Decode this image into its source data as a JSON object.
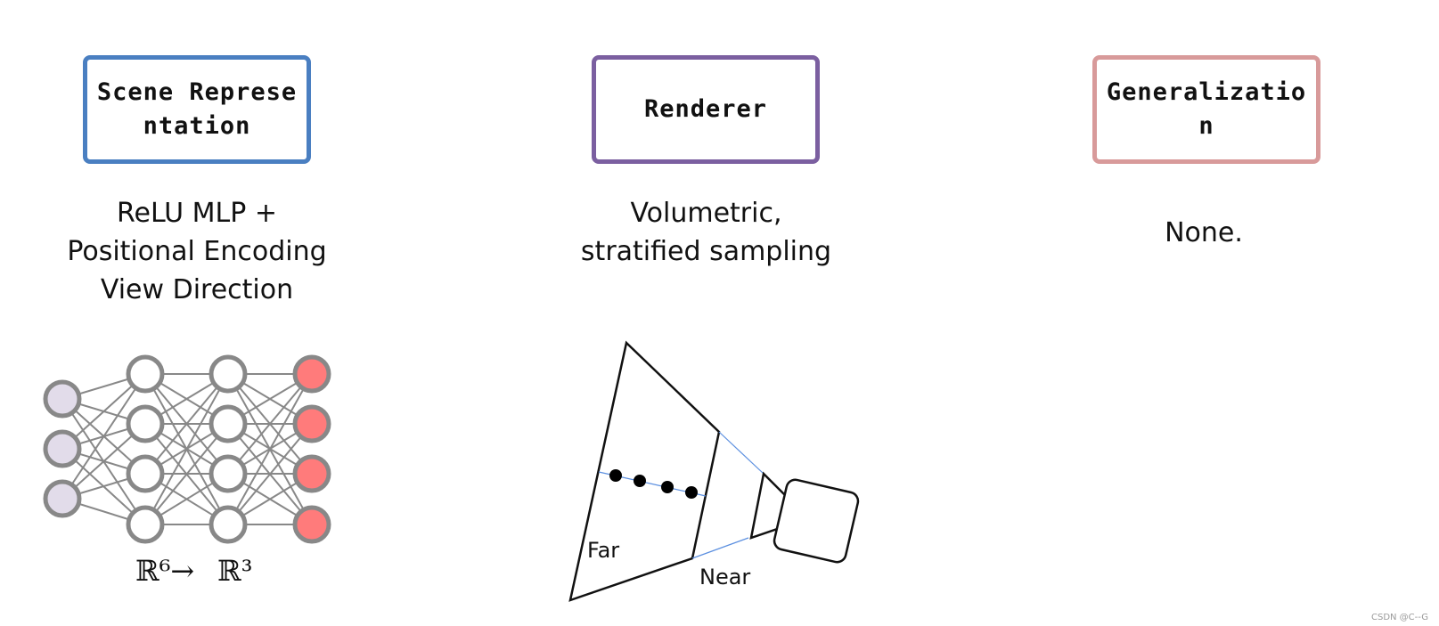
{
  "colors": {
    "scene_border": "#4a7fc1",
    "renderer_border": "#7b5fa0",
    "generalization_border": "#d89a9a",
    "input_node_fill": "#e2dcea",
    "output_node_fill": "#ff7b7b",
    "node_stroke": "#888888",
    "ray_line": "#5b8fe0"
  },
  "columns": {
    "scene": {
      "title": "Scene Representation",
      "desc": [
        "ReLU MLP +",
        "Positional Encoding",
        "View Direction"
      ]
    },
    "renderer": {
      "title": "Renderer",
      "desc": [
        "Volumetric,",
        "stratified sampling"
      ]
    },
    "generalization": {
      "title": "Generalization",
      "desc": [
        "None."
      ]
    }
  },
  "network": {
    "input_dim": "ℝ⁶→",
    "output_dim": "ℝ³"
  },
  "camera": {
    "far_label": "Far",
    "near_label": "Near"
  },
  "watermark": "CSDN @C--G"
}
